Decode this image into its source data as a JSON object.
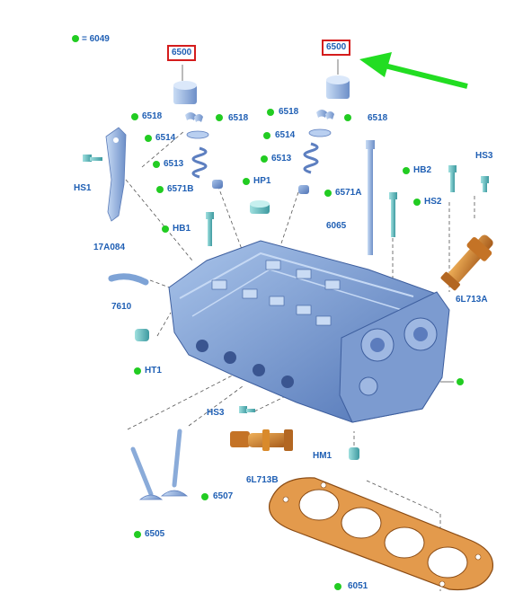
{
  "colors": {
    "label_text": "#1f5fb4",
    "dot": "#22cc22",
    "highlight_box": "#d41c1c",
    "arrow": "#22dd22",
    "part_blue": "#7fa6d8",
    "part_blue_dark": "#4a6fb0",
    "part_orange": "#d98a2b",
    "gasket": "#d9822e"
  },
  "legend": {
    "value": "= 6049"
  },
  "labels": {
    "p6500a": "6500",
    "p6500b": "6500",
    "p6518a": "6518",
    "p6518b": "6518",
    "p6518c": "6518",
    "p6518d": "6518",
    "p6514a": "6514",
    "p6514b": "6514",
    "p6513a": "6513",
    "p6513b": "6513",
    "p6571B": "6571B",
    "p6571A": "6571A",
    "hp1": "HP1",
    "hs1": "HS1",
    "p17A084": "17A084",
    "hb1": "HB1",
    "p6065": "6065",
    "hb2": "HB2",
    "hs2": "HS2",
    "hs3a": "HS3",
    "p6L713A": "6L713A",
    "p7610": "7610",
    "ht1": "HT1",
    "hs3b": "HS3",
    "p6L713B": "6L713B",
    "hm1": "HM1",
    "p6507": "6507",
    "p6505": "6505",
    "p6051": "6051"
  }
}
